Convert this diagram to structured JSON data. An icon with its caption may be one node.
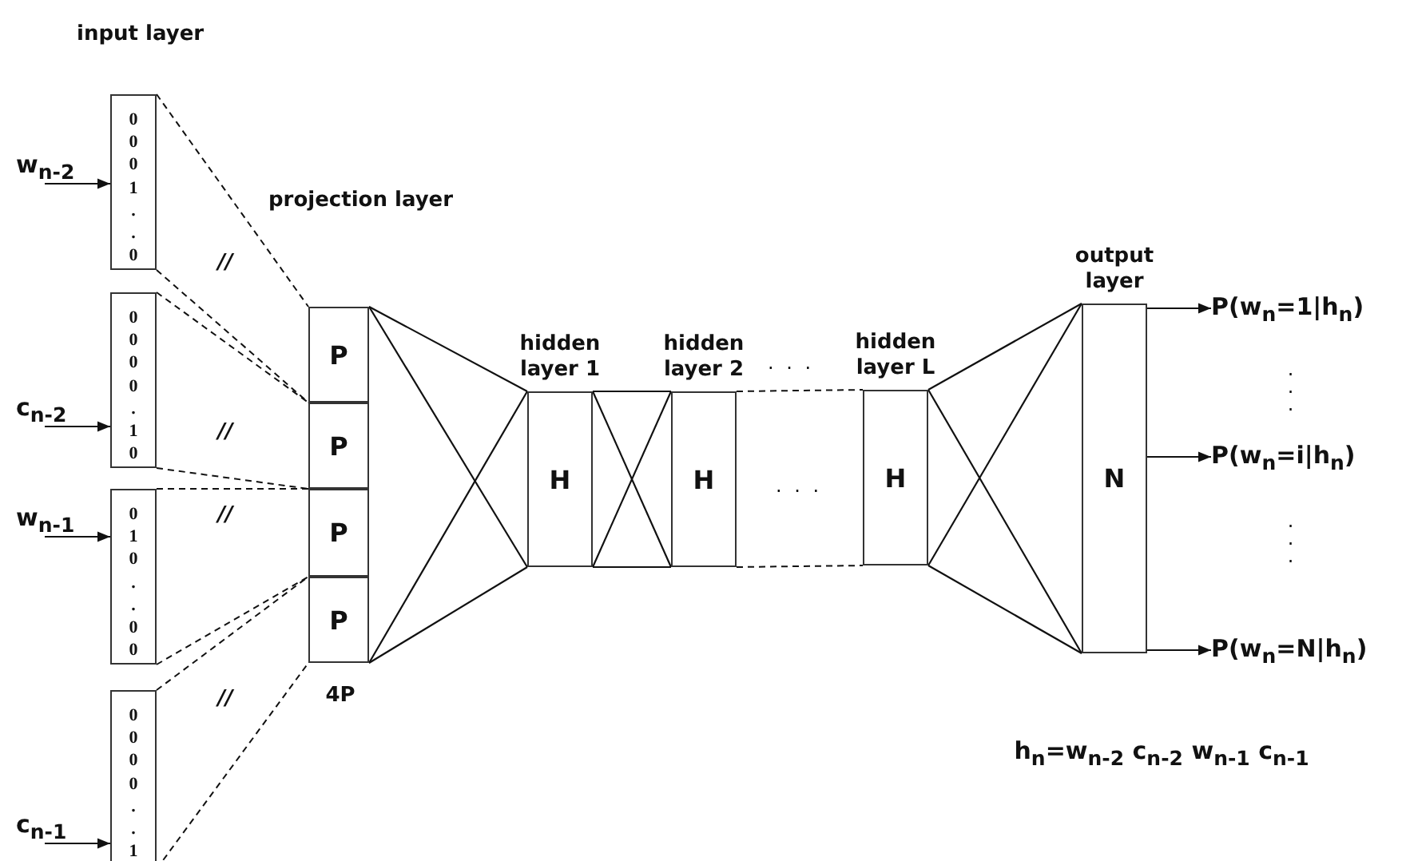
{
  "diagram": {
    "nodes": [
      {
        "text": [
          "0 0 0 1 . . 0"
        ]
      },
      {
        "text": [
          "0 0 0 0 . 1 0"
        ]
      },
      {
        "text": [
          "0 1 0 . . 0 0"
        ]
      },
      {
        "text": [
          "0 0 0 0 . . 1"
        ]
      },
      {
        "text": [
          "w$_{n-2}$"
        ]
      },
      {
        "text": [
          "c$_{n-2}$"
        ]
      },
      {
        "text": [
          "w$_{n-1}$"
        ]
      },
      {
        "text": [
          "c$_{n-1}$"
        ]
      },
      {
        "text": [
          "P"
        ]
      },
      {
        "text": [
          "P"
        ]
      },
      {
        "text": [
          "P"
        ]
      },
      {
        "text": [
          "P"
        ]
      },
      {
        "text": [
          "hidden layer 1",
          "H"
        ]
      },
      {
        "text": [
          "hidden layer 2",
          "H"
        ]
      },
      {
        "text": [
          "hidden layer L",
          "H"
        ]
      },
      {
        "text": [
          "output layer",
          "N"
        ]
      },
      {
        "text": [
          "P(w$_{n}$=1|h$_{n}$)"
        ]
      },
      {
        "text": [
          "P(w$_{n}$=i|h$_{n}$)"
        ]
      },
      {
        "text": [
          "P(w$_{n}$=N|h$_{n}$)"
        ]
      }
    ],
    "edges": [
      {
        "from": 4,
        "to": 0,
        "arrow": "to"
      },
      {
        "from": 5,
        "to": 1,
        "arrow": "to"
      },
      {
        "from": 6,
        "to": 2,
        "arrow": "to"
      },
      {
        "from": 7,
        "to": 3,
        "arrow": "to"
      },
      {
        "from": 0,
        "to": 8,
        "arrow": "none",
        "style": "dashed"
      },
      {
        "from": 0,
        "to": 8,
        "arrow": "none",
        "style": "dashed"
      },
      {
        "from": 1,
        "to": 9,
        "arrow": "none",
        "style": "dashed"
      },
      {
        "from": 1,
        "to": 9,
        "arrow": "none",
        "style": "dashed"
      },
      {
        "from": 2,
        "to": 10,
        "arrow": "none",
        "style": "dashed"
      },
      {
        "from": 2,
        "to": 10,
        "arrow": "none",
        "style": "dashed"
      },
      {
        "from": 3,
        "to": 11,
        "arrow": "none",
        "style": "dashed"
      },
      {
        "from": 3,
        "to": 11,
        "arrow": "none",
        "style": "dashed"
      },
      {
        "from": 8,
        "to": 12,
        "arrow": "none"
      },
      {
        "from": 8,
        "to": 12,
        "arrow": "none"
      },
      {
        "from": 11,
        "to": 12,
        "arrow": "none"
      },
      {
        "from": 11,
        "to": 12,
        "arrow": "none"
      },
      {
        "from": 12,
        "to": 13,
        "arrow": "none"
      },
      {
        "from": 12,
        "to": 13,
        "arrow": "none"
      },
      {
        "from": 12,
        "to": 13,
        "arrow": "none"
      },
      {
        "from": 12,
        "to": 13,
        "arrow": "none"
      },
      {
        "from": 13,
        "to": 14,
        "arrow": "none",
        "style": "dashed"
      },
      {
        "from": 13,
        "to": 14,
        "arrow": "none",
        "style": "dashed"
      },
      {
        "from": 14,
        "to": 15,
        "arrow": "none"
      },
      {
        "from": 14,
        "to": 15,
        "arrow": "none"
      },
      {
        "from": 14,
        "to": 15,
        "arrow": "none"
      },
      {
        "from": 14,
        "to": 15,
        "arrow": "none"
      },
      {
        "from": 15,
        "to": 16,
        "arrow": "to"
      },
      {
        "from": 15,
        "to": 17,
        "arrow": "to"
      },
      {
        "from": 15,
        "to": 18,
        "arrow": "to"
      }
    ],
    "labels": [
      "input layer",
      "projection layer",
      "//",
      "//",
      "//",
      "//",
      "4P",
      ". . .",
      ". . .",
      ". . .",
      ". . .",
      "h$_{n}$=w$_{n-2}$ c$_{n-2}$ w$_{n-1}$ c$_{n-1}$"
    ]
  }
}
